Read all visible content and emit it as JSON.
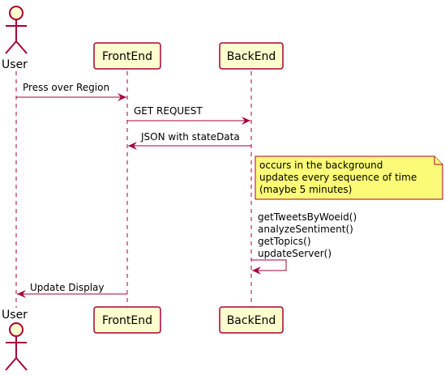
{
  "participants": [
    {
      "id": "user",
      "label": "User",
      "kind": "actor"
    },
    {
      "id": "frontend",
      "label": "FrontEnd",
      "kind": "box"
    },
    {
      "id": "backend",
      "label": "BackEnd",
      "kind": "box"
    }
  ],
  "messages": [
    {
      "label": "Press over Region",
      "from": "user",
      "to": "frontend"
    },
    {
      "label": "GET REQUEST",
      "from": "frontend",
      "to": "backend"
    },
    {
      "label": "JSON with stateData",
      "from": "backend",
      "to": "frontend"
    },
    {
      "lines": [
        "getTweetsByWoeid()",
        "analyzeSentiment()",
        "getTopics()",
        "updateServer()"
      ],
      "from": "backend",
      "to": "backend"
    },
    {
      "label": "Update Display",
      "from": "frontend",
      "to": "user"
    }
  ],
  "note": {
    "lines": [
      "occurs in the background",
      "updates every sequence of time",
      "(maybe 5 minutes)"
    ]
  },
  "colors": {
    "accent": "#A80036",
    "box_fill": "#FEFECE",
    "note_fill": "#FBFB77",
    "lifeline": "#A80036"
  }
}
